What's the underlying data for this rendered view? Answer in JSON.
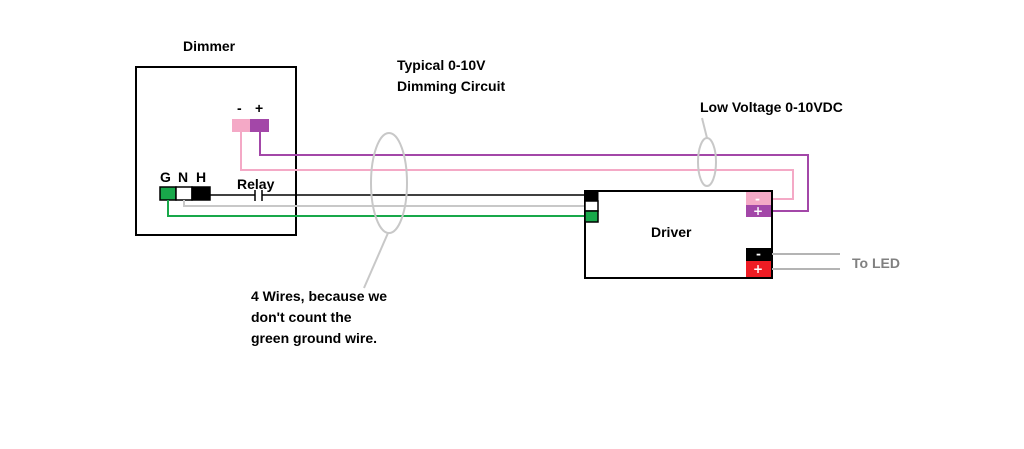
{
  "dimmer": {
    "title": "Dimmer",
    "terminal_minus": "-",
    "terminal_plus": "+",
    "g_label": "G",
    "n_label": "N",
    "h_label": "H",
    "relay_label": "Relay"
  },
  "heading": {
    "line1": "Typical 0-10V",
    "line2": "Dimming Circuit"
  },
  "low_voltage_label": "Low Voltage 0-10VDC",
  "driver": {
    "label": "Driver",
    "dim_minus": "-",
    "dim_plus": "+",
    "led_minus": "-",
    "led_plus": "+"
  },
  "to_led_label": "To LED",
  "note": {
    "line1": "4 Wires, because we",
    "line2": "don't count the",
    "line3": "green ground wire."
  },
  "colors": {
    "pink": "#f4a9c6",
    "purple": "#a347a8",
    "green": "#18a84a",
    "gray_wire": "#c8c8c8",
    "black": "#000000",
    "red": "#ee1c24",
    "gray_text": "#808080"
  }
}
